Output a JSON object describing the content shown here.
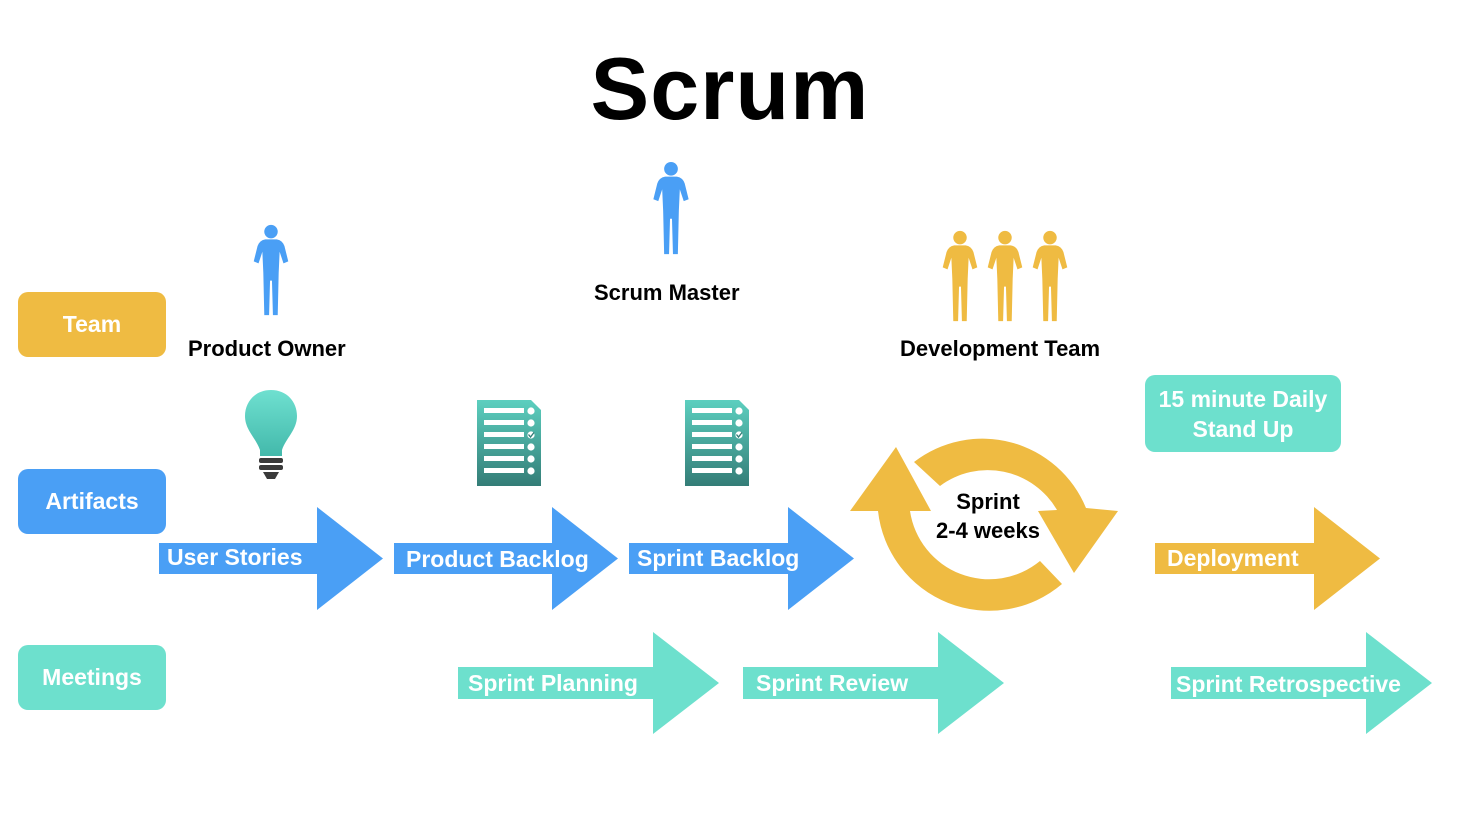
{
  "title": "Scrum",
  "legend": {
    "team": "Team",
    "artifacts": "Artifacts",
    "meetings": "Meetings"
  },
  "roles": {
    "product_owner": "Product Owner",
    "scrum_master": "Scrum Master",
    "development_team": "Development Team"
  },
  "artifacts": {
    "user_stories": "User Stories",
    "product_backlog": "Product Backlog",
    "sprint_backlog": "Sprint Backlog",
    "deployment": "Deployment"
  },
  "sprint": {
    "line1": "Sprint",
    "line2": "2-4 weeks"
  },
  "meetings": {
    "daily_standup_line1": "15 minute Daily",
    "daily_standup_line2": "Stand Up",
    "sprint_planning": "Sprint Planning",
    "sprint_review": "Sprint Review",
    "sprint_retrospective": "Sprint Retrospective"
  },
  "colors": {
    "team": "#efbb42",
    "artifacts": "#4a9ff5",
    "meetings": "#6de0cd",
    "person_blue": "#4a9ff5",
    "person_gold": "#efbb42",
    "bulb": "#5fd3c4",
    "document": "#3e8f87"
  },
  "icons": [
    "person-icon",
    "lightbulb-icon",
    "checklist-document-icon",
    "cycle-arrows-icon"
  ]
}
